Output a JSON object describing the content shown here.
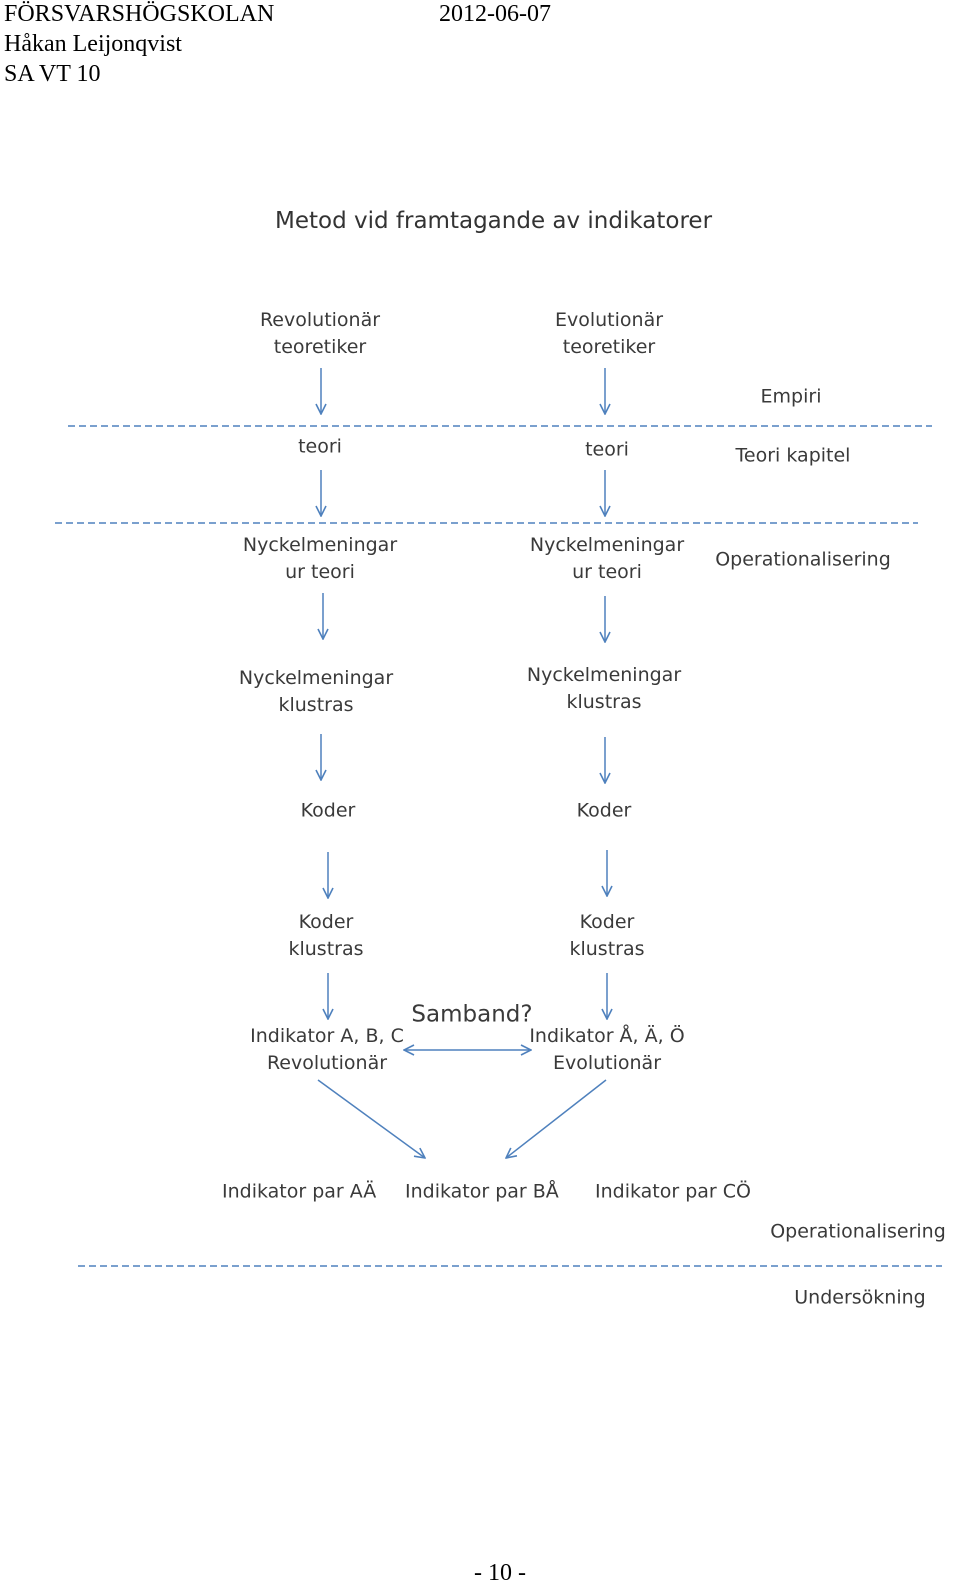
{
  "header": {
    "school": "FÖRSVARSHÖGSKOLAN",
    "date": "2012-06-07",
    "author": "Håkan Leijonqvist",
    "course": "SA VT 10"
  },
  "diagram": {
    "title": "Metod vid framtagande av indikatorer",
    "left": {
      "theorist": [
        "Revolutionär",
        "teoretiker"
      ],
      "theory": "teori",
      "key_sentences": [
        "Nyckelmeningar",
        "ur teori"
      ],
      "key_clusters": [
        "Nyckelmeningar",
        "klustras"
      ],
      "codes": "Koder",
      "code_clusters": [
        "Koder",
        "klustras"
      ],
      "indicators": [
        "Indikator A, B, C",
        "Revolutionär"
      ]
    },
    "right": {
      "theorist": [
        "Evolutionär",
        "teoretiker"
      ],
      "theory": "teori",
      "key_sentences": [
        "Nyckelmeningar",
        "ur teori"
      ],
      "key_clusters": [
        "Nyckelmeningar",
        "klustras"
      ],
      "codes": "Koder",
      "code_clusters": [
        "Koder",
        "klustras"
      ],
      "indicators": [
        "Indikator Å, Ä, Ö",
        "Evolutionär"
      ]
    },
    "relation": "Samband?",
    "pairs": [
      "Indikator par  AÄ",
      "Indikator par  BÅ",
      "Indikator par CÖ"
    ],
    "side_labels": {
      "empiri": "Empiri",
      "theory_chapter": "Teori kapitel",
      "operationalization_1": "Operationalisering",
      "operationalization_2": "Operationalisering",
      "investigation": "Undersökning"
    },
    "colors": {
      "arrow": "#4f81bd",
      "text": "#3a3a3a"
    }
  },
  "footer": {
    "page": "- 10 -"
  }
}
